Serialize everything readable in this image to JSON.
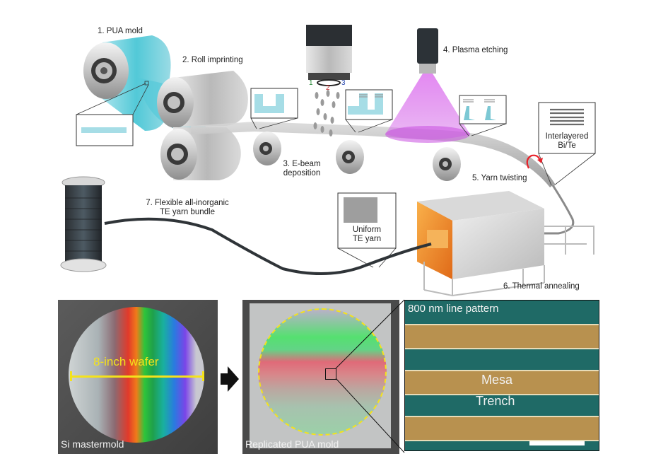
{
  "figure": {
    "steps": [
      {
        "id": "pua-mold",
        "label": "1. PUA mold"
      },
      {
        "id": "roll-imprinting",
        "label": "2. Roll imprinting"
      },
      {
        "id": "ebeam-deposition",
        "label_line1": "3. E-beam",
        "label_line2": "deposition"
      },
      {
        "id": "plasma-etching",
        "label": "4. Plasma etching"
      },
      {
        "id": "yarn-twisting",
        "label": "5. Yarn twisting"
      },
      {
        "id": "thermal-annealing",
        "label": "6. Thermal annealing"
      },
      {
        "id": "te-yarn-bundle",
        "label_line1": "7. Flexible all-inorganic",
        "label_line2": "TE yarn bundle"
      }
    ],
    "callouts": {
      "interlayered": {
        "line1": "Interlayered",
        "line2": "Bi/Te"
      },
      "uniform": {
        "line1": "Uniform",
        "line2": "TE yarn"
      }
    },
    "ebeam_sources": [
      "1",
      "2",
      "3"
    ],
    "colors": {
      "pua_cyan": "#3fc3d3",
      "plasma_magenta": "#d46ae8",
      "furnace_orange": "#f08a2a",
      "twist_arrow_red": "#e8222a",
      "sem_teal": "#1f6a66",
      "sem_gold": "#b8914f",
      "wafer_marker_yellow": "#f4e21c"
    }
  },
  "photos": {
    "si_mastermold": {
      "caption": "Si mastermold",
      "annotation": "8-inch wafer"
    },
    "replicated_mold": {
      "caption": "Replicated PUA mold"
    },
    "sem": {
      "title": "800 nm line pattern",
      "mesa_label": "Mesa",
      "trench_label": "Trench"
    }
  }
}
